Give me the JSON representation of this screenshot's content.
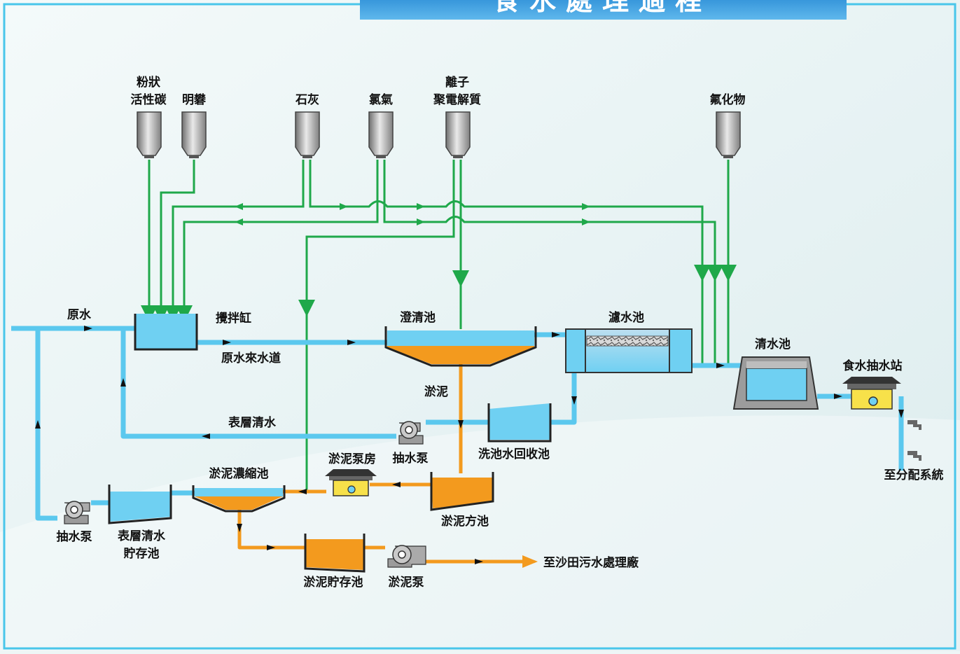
{
  "title": "食水處理過程",
  "colors": {
    "water": "#5bc8ee",
    "chemical": "#1fa84a",
    "sludge": "#f39a1e",
    "frame": "#49c6ea",
    "tank_fill": "#6fd0f2",
    "pump_house_yellow": "#f7e14a"
  },
  "labels": {
    "chem_pac": [
      "粉狀",
      "活性碳"
    ],
    "chem_alum": "明礬",
    "chem_lime": "石灰",
    "chem_chlorine": "氯氣",
    "chem_polymer": [
      "離子",
      "聚電解質"
    ],
    "chem_fluoride": "氟化物",
    "raw_water": "原水",
    "mixing_tank": "攪拌缸",
    "raw_water_channel": "原水來水道",
    "clarifier": "澄清池",
    "filter_bed": "濾水池",
    "clear_water_tank": "清水池",
    "pumping_station": "食水抽水站",
    "to_distribution": "至分配系統",
    "sludge": "淤泥",
    "surface_clear_water": "表層清水",
    "pump": "抽水泵",
    "washwater_recovery_tank": "洗池水回收池",
    "sludge_pump_house": "淤泥泵房",
    "sludge_thickener": "淤泥濃縮池",
    "sludge_sump": "淤泥方池",
    "surface_water_tank": [
      "表層清水",
      "貯存池"
    ],
    "pump_left": "抽水泵",
    "sludge_storage_tank": "淤泥貯存池",
    "sludge_pump": "淤泥泵",
    "to_sewage_works": "至沙田污水處理廠"
  }
}
